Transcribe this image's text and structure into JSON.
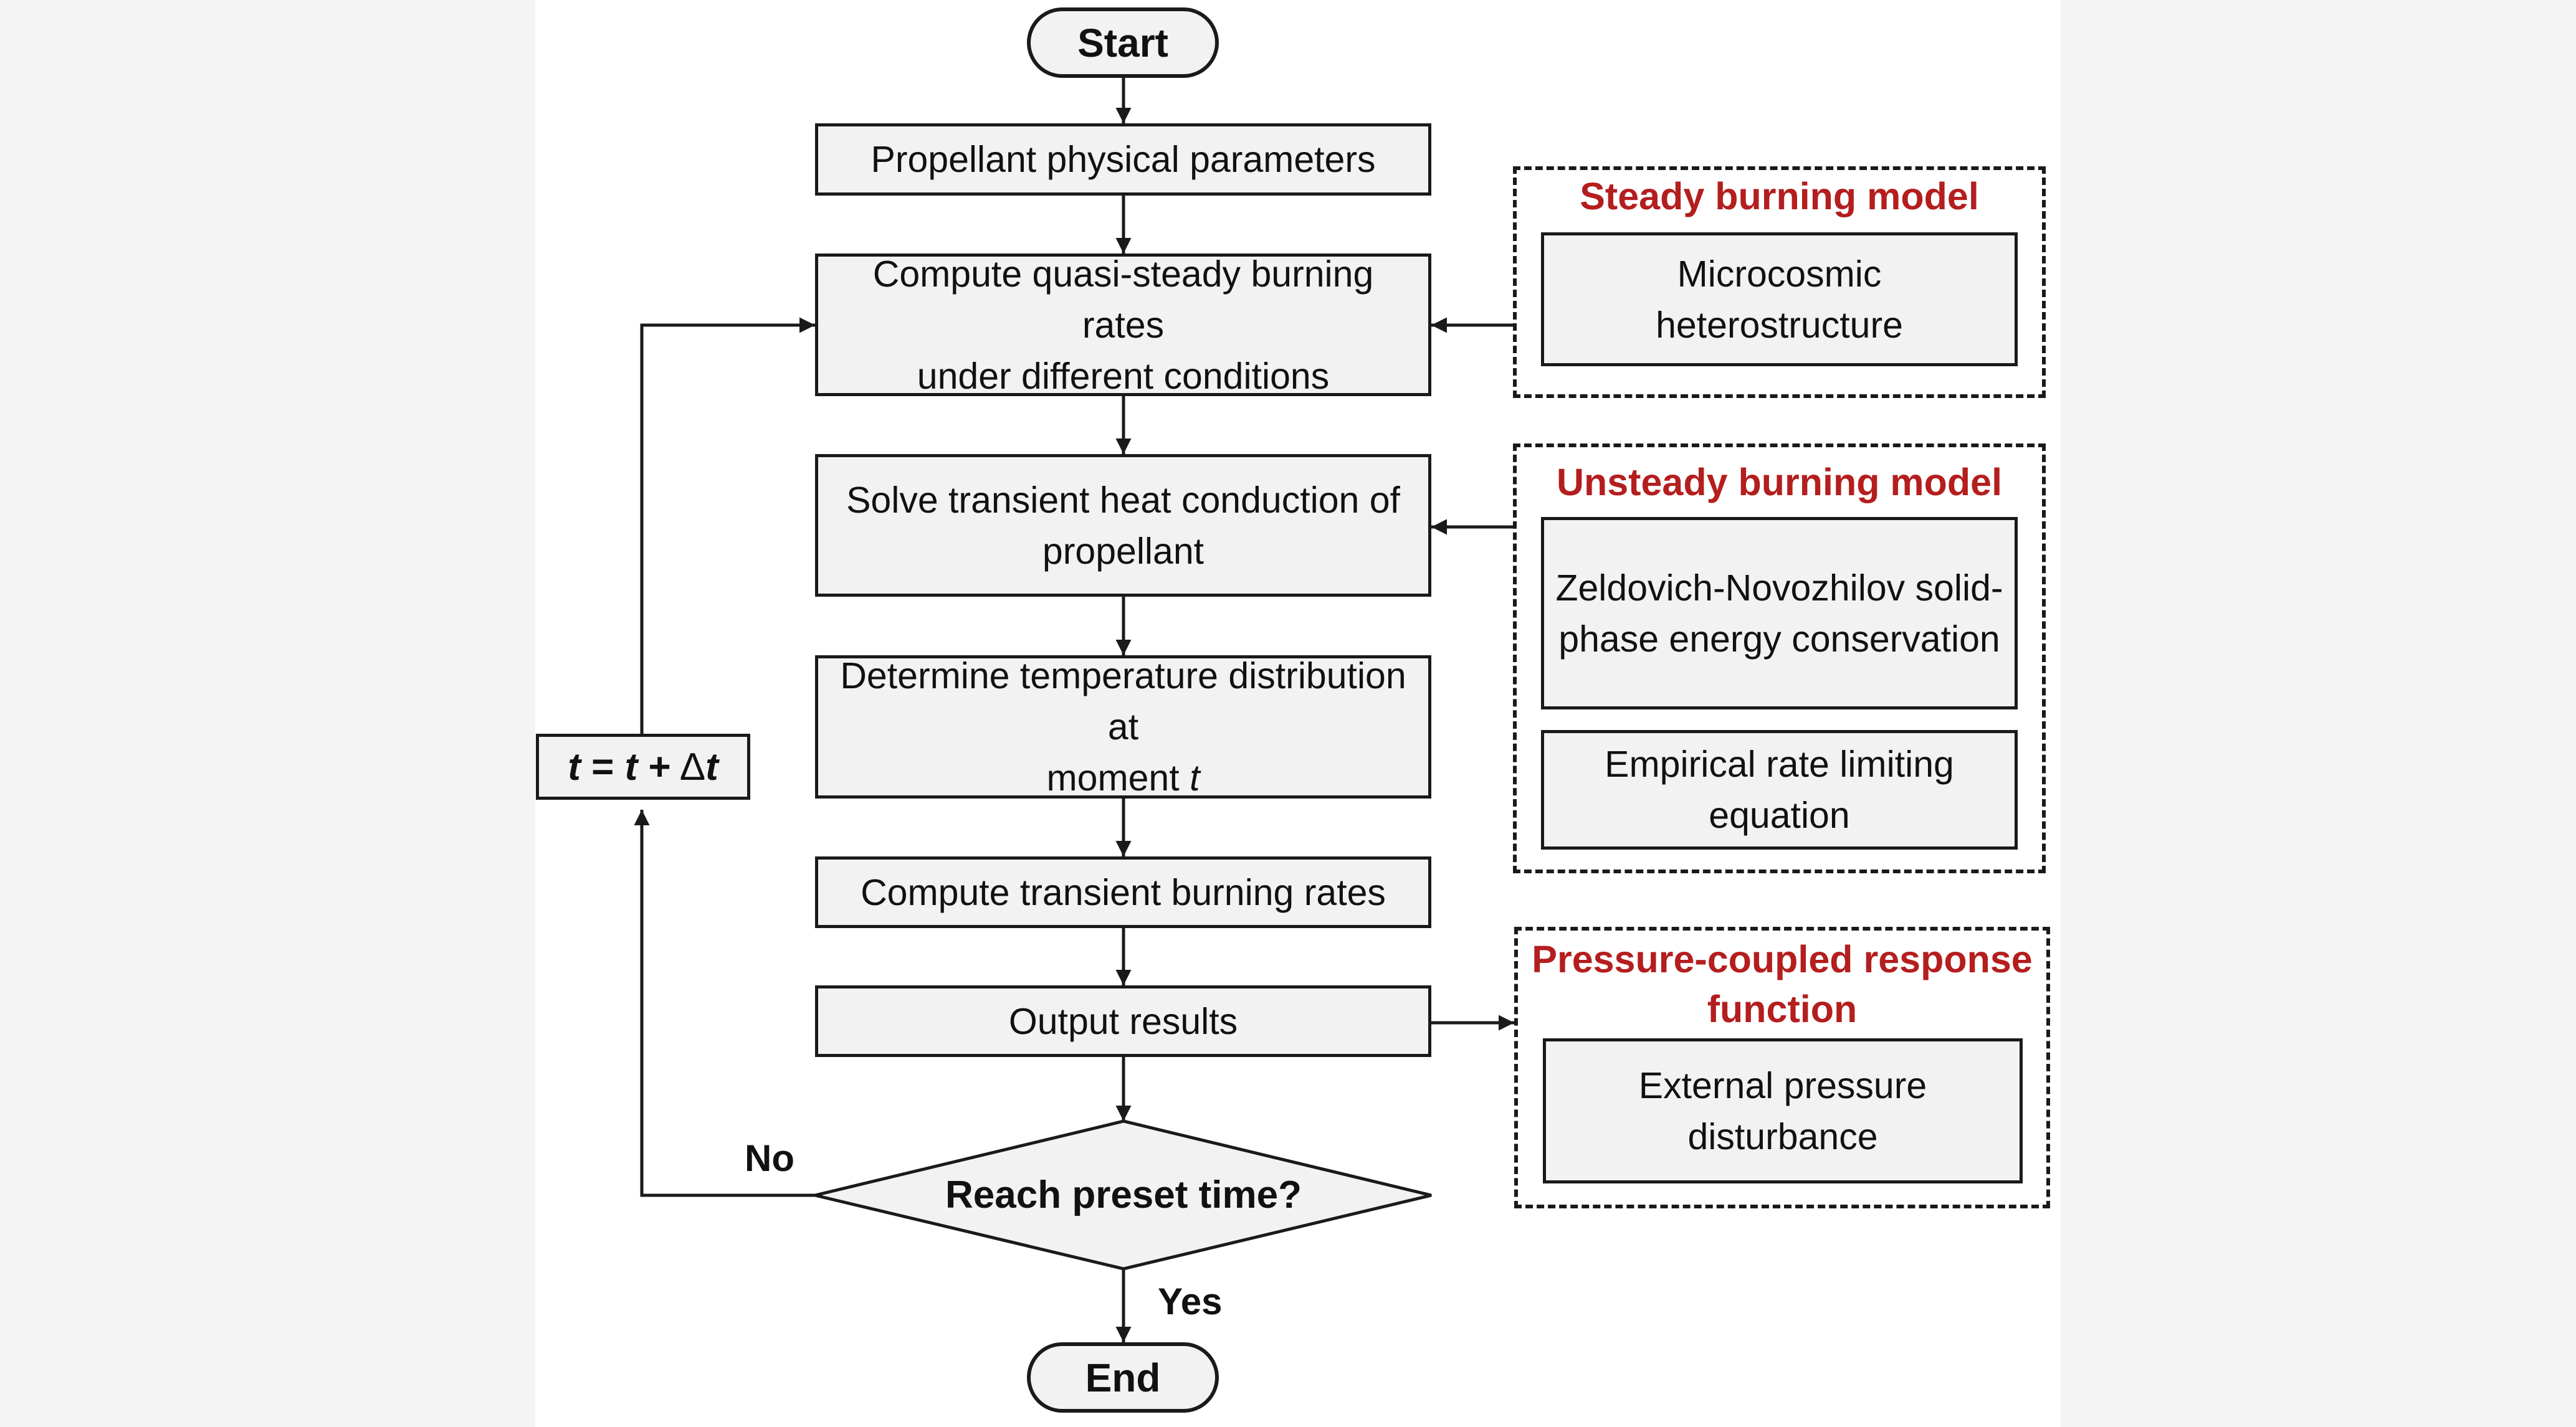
{
  "flowchart": {
    "start": "Start",
    "step_params": "Propellant physical parameters",
    "step_quasi_1": "Compute quasi-steady burning rates",
    "step_quasi_2": "under different conditions",
    "step_heat_1": "Solve transient heat conduction of",
    "step_heat_2": "propellant",
    "step_temp_1": "Determine temperature distribution at",
    "step_temp_2_text": "moment",
    "step_temp_2_var": "t",
    "step_rates": "Compute transient burning rates",
    "step_output": "Output results",
    "decision": "Reach preset time?",
    "label_no": "No",
    "label_yes": "Yes",
    "end": "End",
    "loop": {
      "var_a": "t",
      "equals": "=",
      "var_b": "t",
      "plus": "+",
      "delta": "Δ",
      "var_c": "t"
    }
  },
  "models": {
    "steady": {
      "title": "Steady burning model",
      "item": "Microcosmic heterostructure"
    },
    "unsteady": {
      "title": "Unsteady burning model",
      "item_zn_1": "Zeldovich-Novozhilov solid-",
      "item_zn_2": "phase energy conservation",
      "item_rate": "Empirical rate limiting equation"
    },
    "pressure": {
      "title_1": "Pressure-coupled response",
      "title_2": "function",
      "item": "External pressure disturbance"
    }
  },
  "colors": {
    "model_title": "#b41e1e",
    "box_fill": "#f2f2f2",
    "line": "#1a1a1a"
  }
}
